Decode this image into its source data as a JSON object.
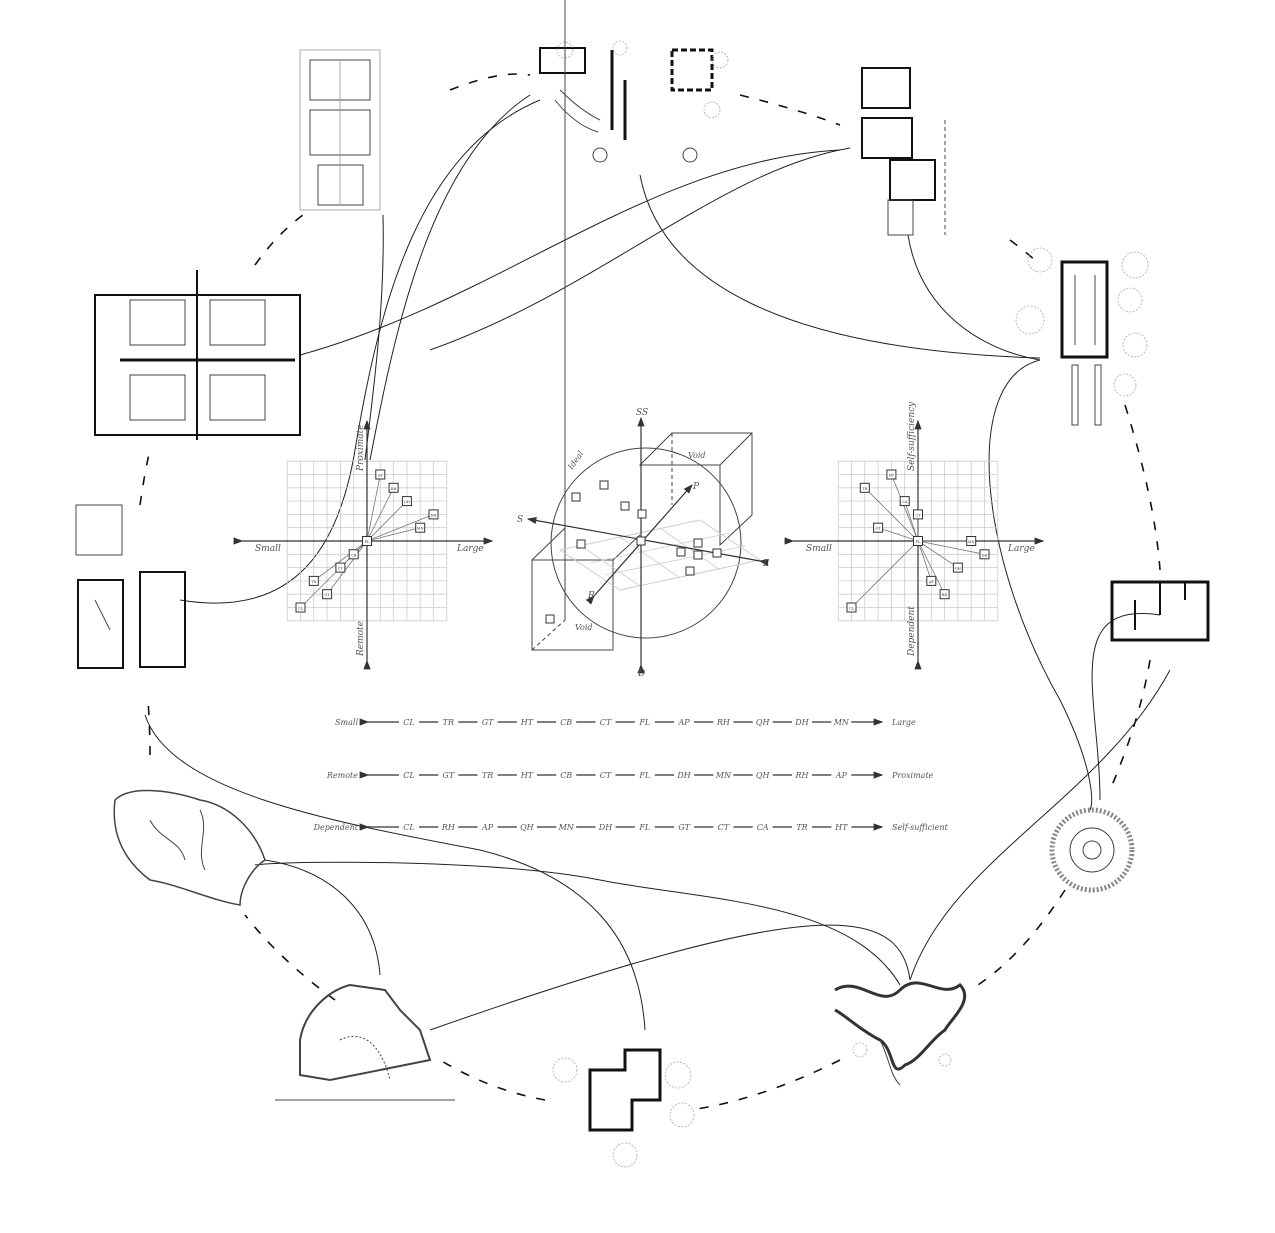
{
  "scales": [
    {
      "left": "Small",
      "right": "Large",
      "items": [
        "CL",
        "TR",
        "GT",
        "HT",
        "CB",
        "CT",
        "FL",
        "AP",
        "RH",
        "QH",
        "DH",
        "MN"
      ]
    },
    {
      "left": "Remote",
      "right": "Proximate",
      "items": [
        "CL",
        "GT",
        "TR",
        "HT",
        "CB",
        "CT",
        "FL",
        "DH",
        "MN",
        "QH",
        "RH",
        "AP"
      ]
    },
    {
      "left": "Dependent",
      "right": "Self-sufficient",
      "items": [
        "CL",
        "RH",
        "AP",
        "QH",
        "MN",
        "DH",
        "FL",
        "GT",
        "CT",
        "CA",
        "TR",
        "HT"
      ]
    }
  ],
  "center3d": {
    "axis_up": "SS",
    "axis_down": "D",
    "axis_left": "S",
    "axis_right": "L",
    "axis_p": "P",
    "axis_r": "R",
    "sphere_label": "Ideal",
    "void_label": "Void"
  },
  "chart_data": [
    {
      "type": "scatter",
      "xlabel_neg": "Small",
      "xlabel_pos": "Large",
      "ylabel_pos": "Proximate",
      "ylabel_neg": "Remote",
      "xlim": [
        -6,
        6
      ],
      "ylim": [
        -6,
        6
      ],
      "grid": true,
      "origin_label": "FL",
      "points": [
        {
          "label": "AP",
          "x": 1,
          "y": 5
        },
        {
          "label": "RH",
          "x": 2,
          "y": 4
        },
        {
          "label": "QH",
          "x": 3,
          "y": 3
        },
        {
          "label": "DH",
          "x": 5,
          "y": 2
        },
        {
          "label": "MN",
          "x": 4,
          "y": 1
        },
        {
          "label": "CB",
          "x": -1,
          "y": -1
        },
        {
          "label": "CT",
          "x": -2,
          "y": -2
        },
        {
          "label": "TR",
          "x": -4,
          "y": -3
        },
        {
          "label": "GT",
          "x": -3,
          "y": -4
        },
        {
          "label": "CL",
          "x": -5,
          "y": -5
        }
      ]
    },
    {
      "type": "scatter",
      "xlabel_neg": "Small",
      "xlabel_pos": "Large",
      "ylabel_pos": "Self-sufficiency",
      "ylabel_neg": "Dependent",
      "xlim": [
        -6,
        6
      ],
      "ylim": [
        -6,
        6
      ],
      "grid": true,
      "origin_label": "FL",
      "points": [
        {
          "label": "HT",
          "x": -2,
          "y": 5
        },
        {
          "label": "TR",
          "x": -4,
          "y": 4
        },
        {
          "label": "CA",
          "x": -1,
          "y": 3
        },
        {
          "label": "CT",
          "x": 0,
          "y": 2
        },
        {
          "label": "GT",
          "x": -3,
          "y": 1
        },
        {
          "label": "MN",
          "x": 4,
          "y": 0
        },
        {
          "label": "DH",
          "x": 5,
          "y": -1
        },
        {
          "label": "QH",
          "x": 3,
          "y": -2
        },
        {
          "label": "AP",
          "x": 1,
          "y": -3
        },
        {
          "label": "RH",
          "x": 2,
          "y": -4
        },
        {
          "label": "CL",
          "x": -5,
          "y": -5
        }
      ]
    }
  ]
}
